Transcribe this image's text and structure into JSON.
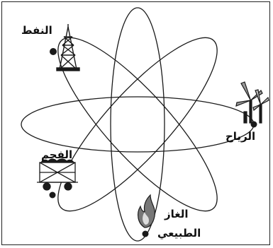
{
  "labels": {
    "oil": "النفط",
    "wind": "الرياح",
    "coal": "الفحم",
    "gas_line1": "الغاز",
    "gas_line2": "الطبيعي"
  },
  "colors": {
    "stroke": "#1a1a1a",
    "flame": "#555555",
    "background": "#ffffff"
  },
  "icons": [
    "oil-derrick-icon",
    "wind-turbine-icon",
    "coal-wagon-icon",
    "gas-flame-icon"
  ]
}
